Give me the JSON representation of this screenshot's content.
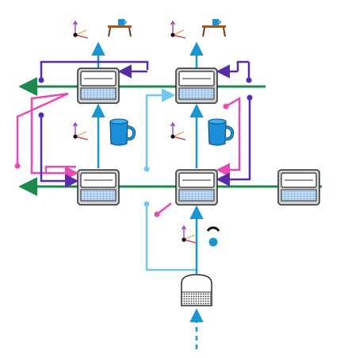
{
  "colors": {
    "background": "#ffffff",
    "green_bus": "#1b8a4d",
    "blue_arrow": "#1796d2",
    "light_blue": "#75c6ec",
    "purple": "#5a2aa8",
    "pink": "#e54bb1",
    "coffee_mug": "#1a8fd8",
    "table": "#9a5a2b",
    "device_fill": "#d3d3d3",
    "device_stroke": "#2a2a2a",
    "keyboard_fill": "#bfe0ff"
  },
  "icons": {
    "device": "terminal-icon",
    "axes": "coordinate-axes-icon",
    "mug": "coffee-mug-icon",
    "table": "table-with-mug-icon",
    "sensor": "sensor-dot-icon",
    "source": "source-container-icon"
  },
  "diagram": {
    "devices": [
      "device-top-left",
      "device-top-right",
      "device-mid-left",
      "device-mid-center",
      "device-mid-right"
    ],
    "buses": [
      "bus-top",
      "bus-middle"
    ]
  }
}
